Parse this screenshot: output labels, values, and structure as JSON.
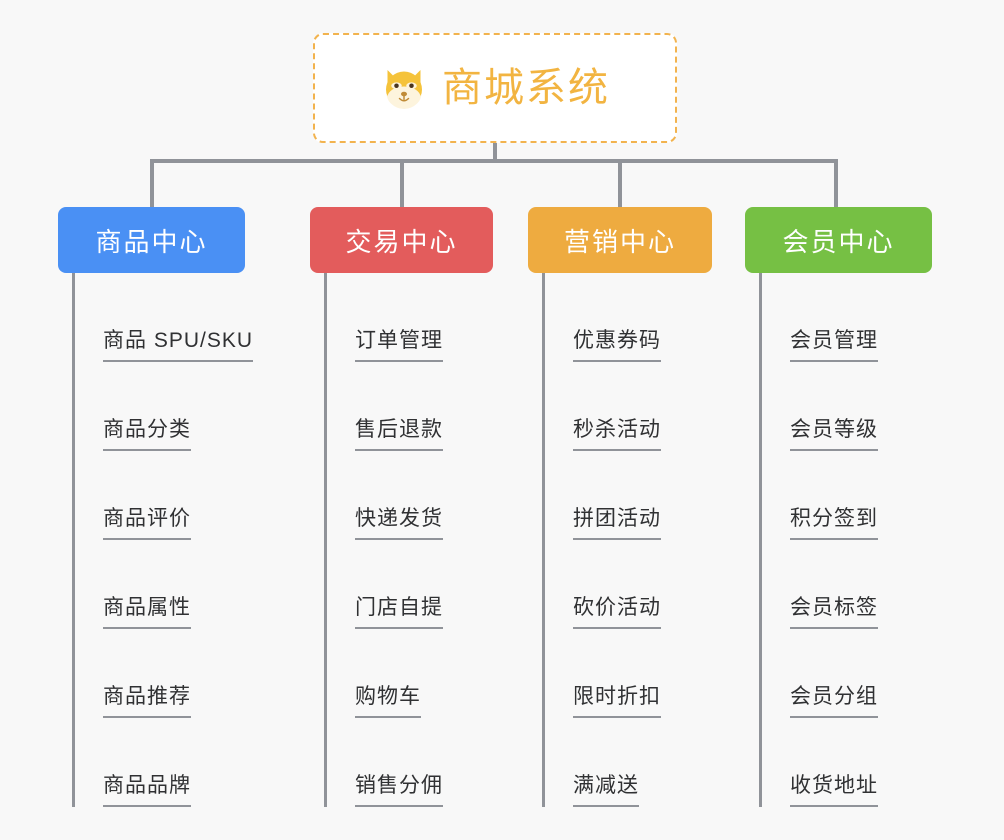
{
  "page": {
    "background_color": "#f8f8f8",
    "line_color": "#909399",
    "leaf_text_color": "#303133"
  },
  "root": {
    "title": "商城系统",
    "icon": "shiba-dog-icon",
    "text_color": "#f2b441",
    "border_color": "#f2b34e",
    "background_color": "#ffffff"
  },
  "categories": [
    {
      "label": "商品中心",
      "color": "#4a90f4",
      "items": [
        "商品 SPU/SKU",
        "商品分类",
        "商品评价",
        "商品属性",
        "商品推荐",
        "商品品牌"
      ]
    },
    {
      "label": "交易中心",
      "color": "#e35c5c",
      "items": [
        "订单管理",
        "售后退款",
        "快递发货",
        "门店自提",
        "购物车",
        "销售分佣"
      ]
    },
    {
      "label": "营销中心",
      "color": "#eeab40",
      "items": [
        "优惠券码",
        "秒杀活动",
        "拼团活动",
        "砍价活动",
        "限时折扣",
        "满减送"
      ]
    },
    {
      "label": "会员中心",
      "color": "#76c council"
    }
  ]
}
